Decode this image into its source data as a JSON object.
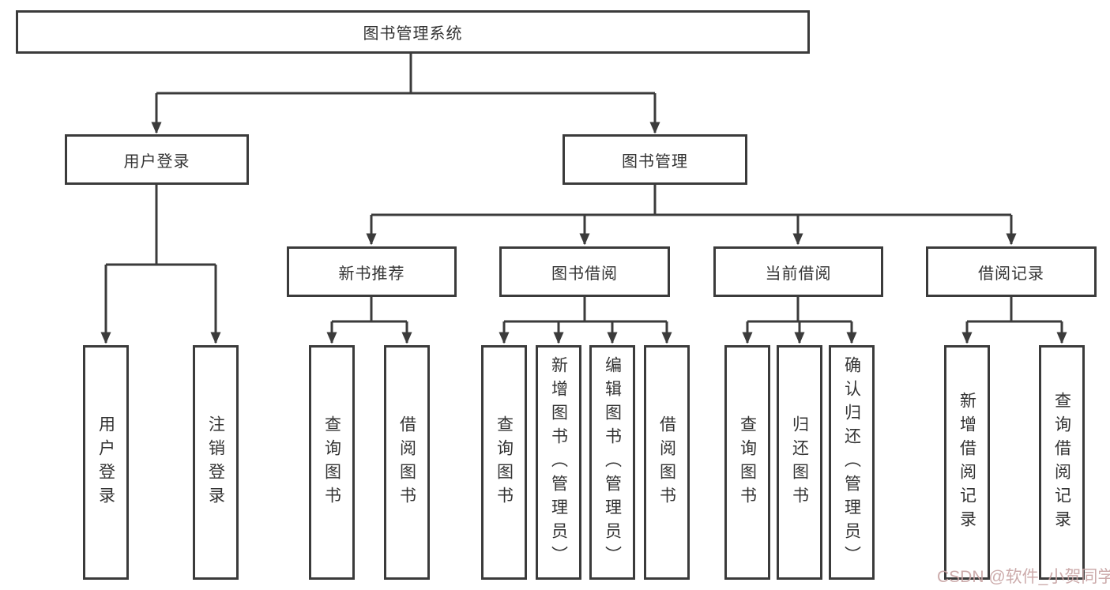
{
  "diagram": {
    "type": "hierarchy-tree",
    "colors": {
      "line": "#3b3b3b",
      "box_border": "#3b3b3b",
      "text": "#333333",
      "background": "#ffffff",
      "watermark": "#c7a2a2"
    },
    "nodes": {
      "root": "图书管理系统",
      "l2": [
        "用户登录",
        "图书管理"
      ],
      "l3": [
        "新书推荐",
        "图书借阅",
        "当前借阅",
        "借阅记录"
      ],
      "leaves": [
        "用户登录",
        "注销登录",
        "查询图书",
        "借阅图书",
        "查询图书",
        "新增图书（管理员）",
        "编辑图书（管理员）",
        "借阅图书",
        "查询图书",
        "归还图书",
        "确认归还（管理员）",
        "新增借阅记录",
        "查询借阅记录"
      ]
    },
    "hierarchy": {
      "图书管理系统": [
        "用户登录",
        "图书管理"
      ],
      "用户登录": [
        "用户登录",
        "注销登录"
      ],
      "图书管理": [
        "新书推荐",
        "图书借阅",
        "当前借阅",
        "借阅记录"
      ],
      "新书推荐": [
        "查询图书",
        "借阅图书"
      ],
      "图书借阅": [
        "查询图书",
        "新增图书（管理员）",
        "编辑图书（管理员）",
        "借阅图书"
      ],
      "当前借阅": [
        "查询图书",
        "归还图书",
        "确认归还（管理员）"
      ],
      "借阅记录": [
        "新增借阅记录",
        "查询借阅记录"
      ]
    },
    "watermark": "CSDN @软件_小贺同学"
  }
}
